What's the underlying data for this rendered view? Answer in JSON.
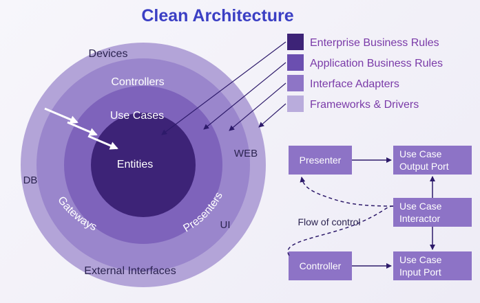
{
  "title": "Clean Architecture",
  "colors": {
    "title": "#3b3fc4",
    "ring_outer": "#b3a4d8",
    "ring_2": "#9a86cc",
    "ring_3": "#7e63bb",
    "core": "#3d2377",
    "legend_text": "#7a3aa8",
    "box": "#8d73c6",
    "arrow": "#2d1a6a"
  },
  "legend": [
    {
      "label": "Enterprise Business Rules",
      "color": "#3d2377"
    },
    {
      "label": "Application Business Rules",
      "color": "#6b4fb0"
    },
    {
      "label": "Interface Adapters",
      "color": "#8e75c6"
    },
    {
      "label": "Frameworks & Drivers",
      "color": "#b9acdc"
    }
  ],
  "rings": {
    "devices": "Devices",
    "controllers": "Controllers",
    "use_cases": "Use Cases",
    "entities": "Entities",
    "web": "WEB",
    "db": "DB",
    "ui": "UI",
    "gateways": "Gateways",
    "presenters": "Presenters",
    "external": "External Interfaces"
  },
  "flow": {
    "presenter": "Presenter",
    "output_port": [
      "Use Case",
      "Output Port"
    ],
    "interactor": [
      "Use Case",
      "Interactor"
    ],
    "controller": "Controller",
    "input_port": [
      "Use Case",
      "Input Port"
    ],
    "flow_label": "Flow of control"
  }
}
